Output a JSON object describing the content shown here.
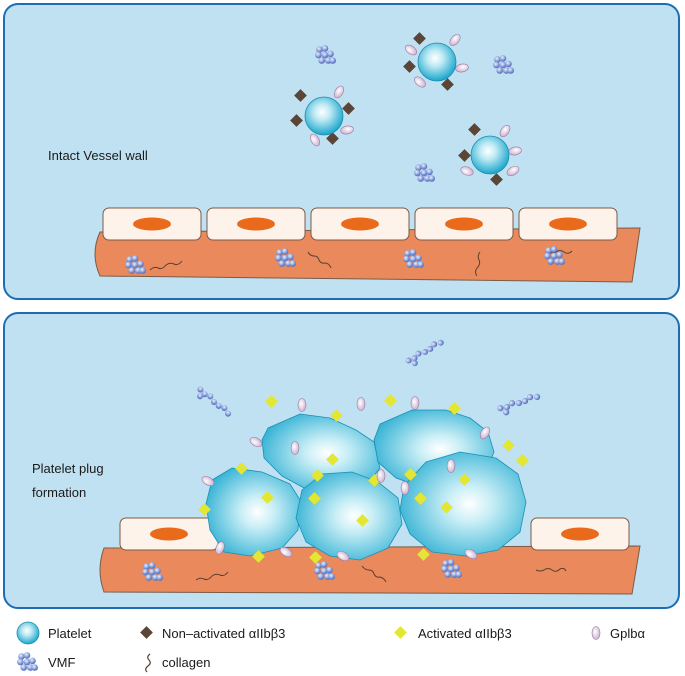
{
  "panels": {
    "top": {
      "label": "Intact Vessel wall"
    },
    "bottom": {
      "label_line1": "Platelet plug",
      "label_line2": "formation"
    }
  },
  "legend": {
    "platelet": "Platelet",
    "non_activated": "Non–activated  αIIbβ3",
    "activated": "Activated  αIIbβ3",
    "gplb": "Gplbα",
    "vmf": "VMF",
    "collagen": "collagen"
  },
  "colors": {
    "panel_fill": "#c0e1f1",
    "panel_border": "#1d6db3",
    "tissue": "#e9895c",
    "cell_fill": "#fdf3ea",
    "nucleus": "#ea6a1c",
    "platelet": "#3ab6d6",
    "non_activated": "#5a4537",
    "activated": "#e3e633",
    "gplb": "#d8c3dc",
    "vmf": "#4c6bbf",
    "collagen": "#6b4f3a"
  },
  "icons": [
    "platelet-icon",
    "non-activated-receptor-icon",
    "activated-receptor-icon",
    "gplb-receptor-icon",
    "vmf-icon",
    "collagen-icon"
  ]
}
